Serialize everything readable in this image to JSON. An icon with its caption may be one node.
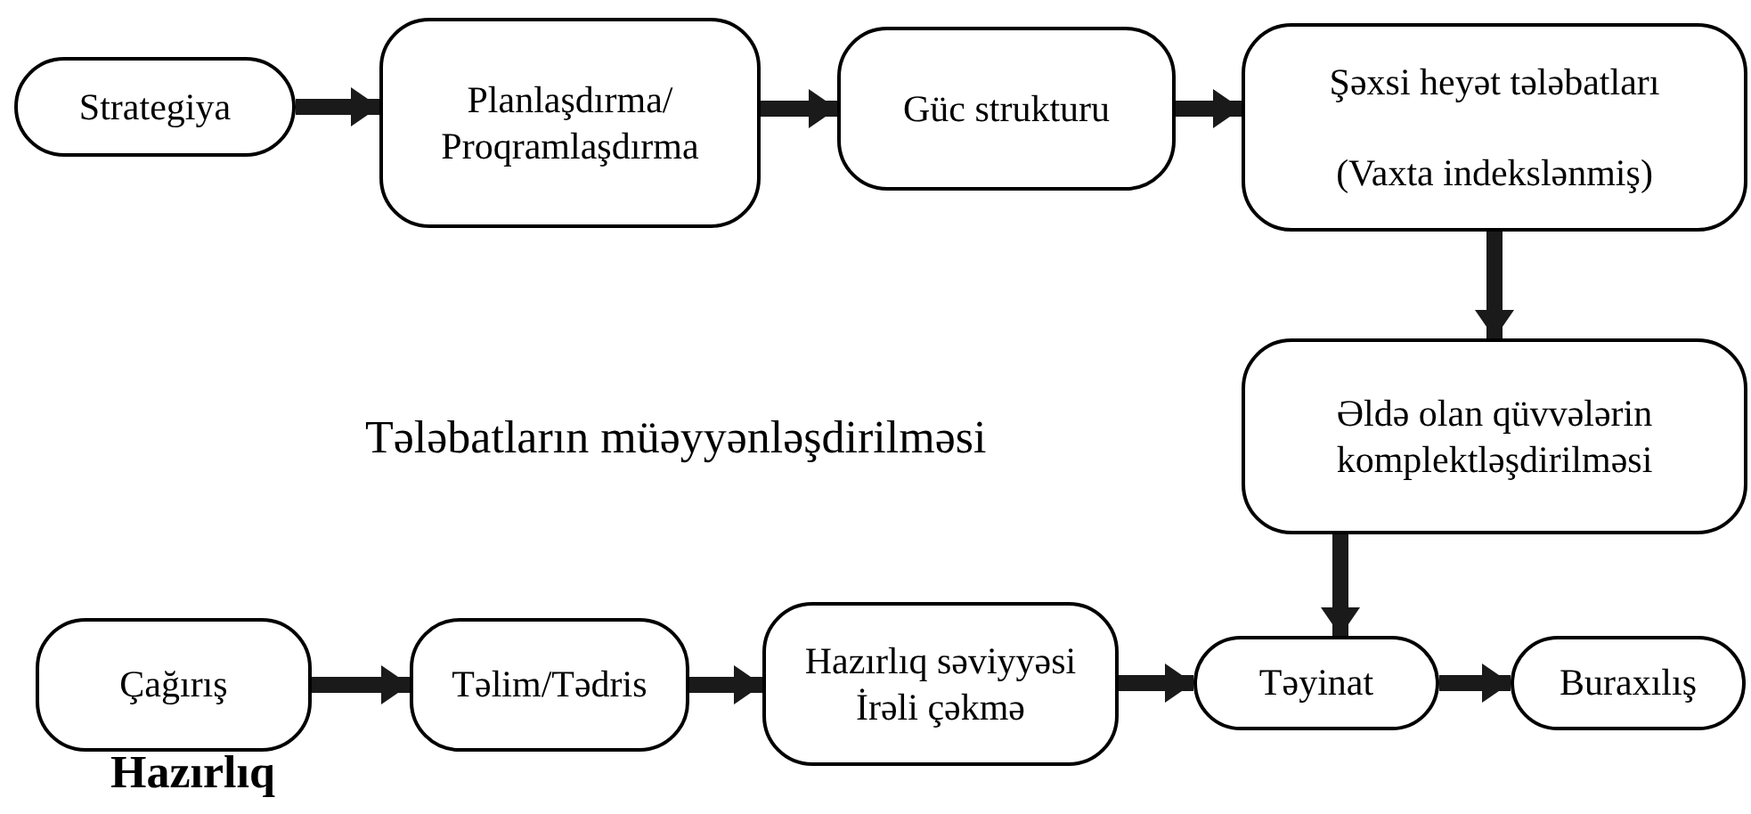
{
  "diagram": {
    "nodes": [
      {
        "text": [
          "Strategiya"
        ]
      },
      {
        "text": [
          "Planlaşdırma/ Proqramlaşdırma"
        ]
      },
      {
        "text": [
          "Güc strukturu"
        ]
      },
      {
        "text": [
          "Şəxsi heyət tələbatları",
          "(Vaxta indekslənmiş)"
        ]
      },
      {
        "text": [
          "Əldə olan qüvvələrin komplektləşdirilməsi"
        ]
      },
      {
        "text": [
          "Çağırış"
        ]
      },
      {
        "text": [
          "Təlim/Tədris"
        ]
      },
      {
        "text": [
          "Hazırlıq səviyyəsi İrəli çəkmə"
        ]
      },
      {
        "text": [
          "Təyinat"
        ]
      },
      {
        "text": [
          "Buraxılış"
        ]
      }
    ],
    "edges": [
      {
        "from": 0,
        "to": 1,
        "arrow": "to"
      },
      {
        "from": 1,
        "to": 2,
        "arrow": "to"
      },
      {
        "from": 2,
        "to": 3,
        "arrow": "to"
      },
      {
        "from": 3,
        "to": 4,
        "arrow": "to"
      },
      {
        "from": 4,
        "to": 8,
        "arrow": "to"
      },
      {
        "from": 5,
        "to": 6,
        "arrow": "to"
      },
      {
        "from": 6,
        "to": 7,
        "arrow": "to"
      },
      {
        "from": 7,
        "to": 8,
        "arrow": "to"
      },
      {
        "from": 8,
        "to": 9,
        "arrow": "to"
      }
    ],
    "labels": [
      "Tələbatların müəyyənləşdirilməsi",
      "Hazırlıq"
    ]
  }
}
